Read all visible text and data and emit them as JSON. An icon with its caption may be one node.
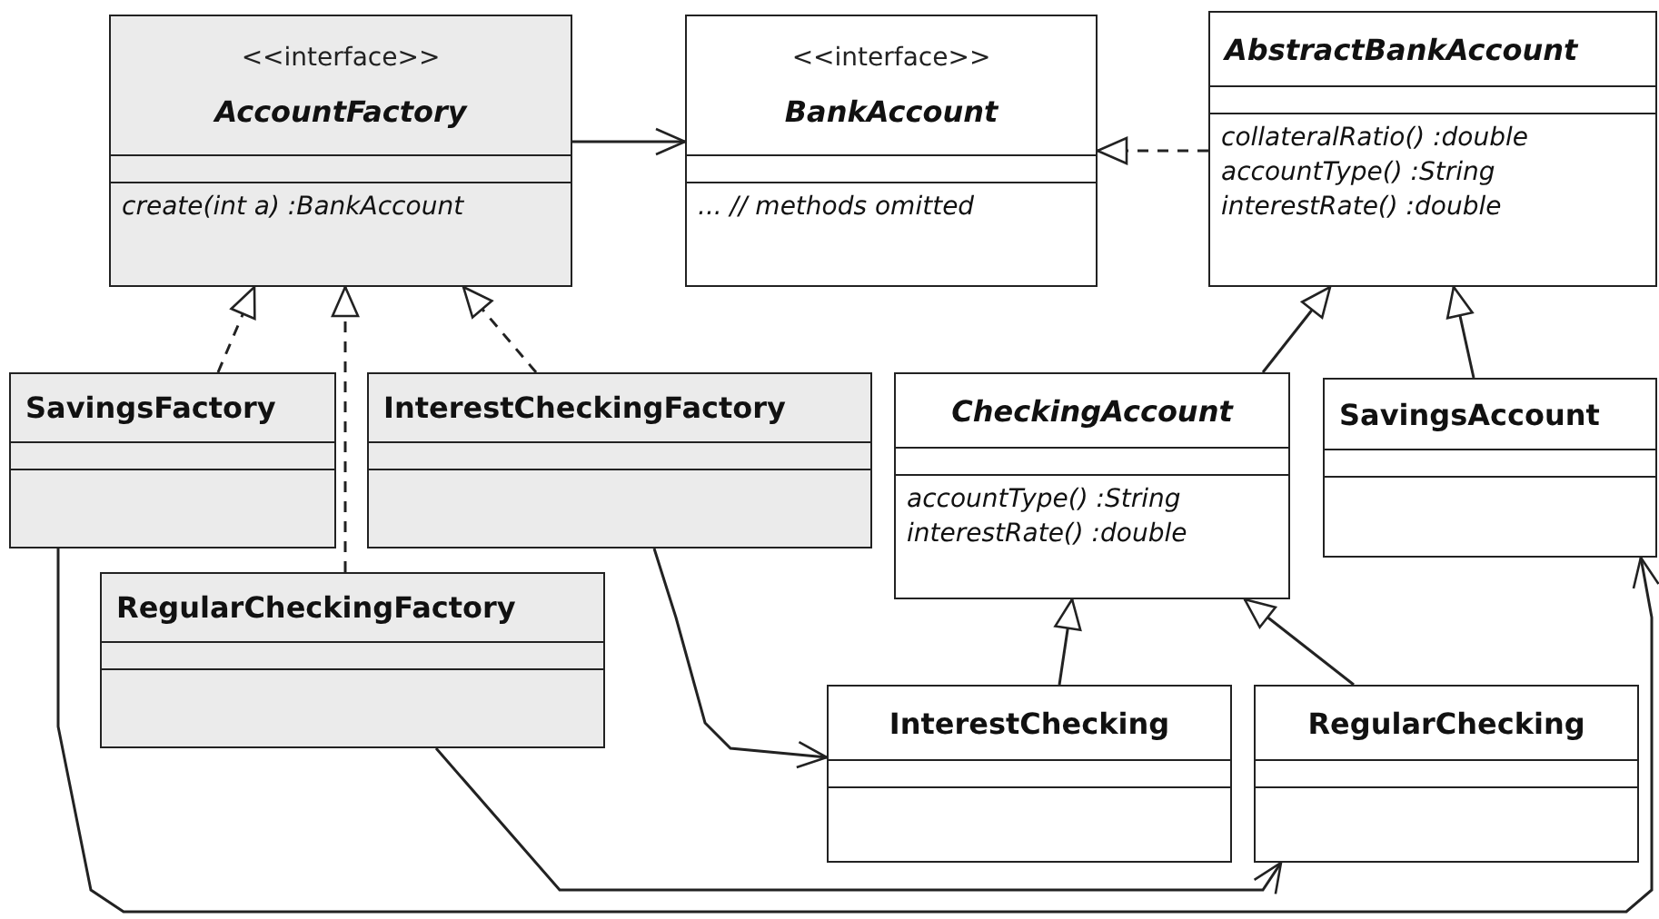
{
  "diagram": {
    "nodes": [
      {
        "text": [
          "<<interface>>",
          "AccountFactory",
          "create(int a) :BankAccount"
        ]
      },
      {
        "text": [
          "<<interface>>",
          "BankAccount",
          "... // methods omitted"
        ]
      },
      {
        "text": [
          "AbstractBankAccount",
          "collateralRatio() :double",
          "accountType() :String",
          "interestRate() :double"
        ]
      },
      {
        "text": [
          "SavingsFactory"
        ]
      },
      {
        "text": [
          "InterestCheckingFactory"
        ]
      },
      {
        "text": [
          "RegularCheckingFactory"
        ]
      },
      {
        "text": [
          "CheckingAccount",
          "accountType() :String",
          "interestRate() :double"
        ]
      },
      {
        "text": [
          "SavingsAccount"
        ]
      },
      {
        "text": [
          "InterestChecking"
        ]
      },
      {
        "text": [
          "RegularChecking"
        ]
      }
    ],
    "edges": [
      {
        "from": 0,
        "to": 1,
        "arrow": "to"
      },
      {
        "from": 2,
        "to": 1,
        "arrow": "to",
        "style": "dashed"
      },
      {
        "from": 3,
        "to": 0,
        "arrow": "to",
        "style": "dashed"
      },
      {
        "from": 5,
        "to": 0,
        "arrow": "to",
        "style": "dashed"
      },
      {
        "from": 4,
        "to": 0,
        "arrow": "to",
        "style": "dashed"
      },
      {
        "from": 6,
        "to": 2,
        "arrow": "to"
      },
      {
        "from": 7,
        "to": 2,
        "arrow": "to"
      },
      {
        "from": 8,
        "to": 6,
        "arrow": "to"
      },
      {
        "from": 9,
        "to": 6,
        "arrow": "to"
      },
      {
        "from": 4,
        "to": 8,
        "arrow": "to"
      },
      {
        "from": 5,
        "to": 9,
        "arrow": "to"
      },
      {
        "from": 3,
        "to": 7,
        "arrow": "to"
      }
    ]
  }
}
